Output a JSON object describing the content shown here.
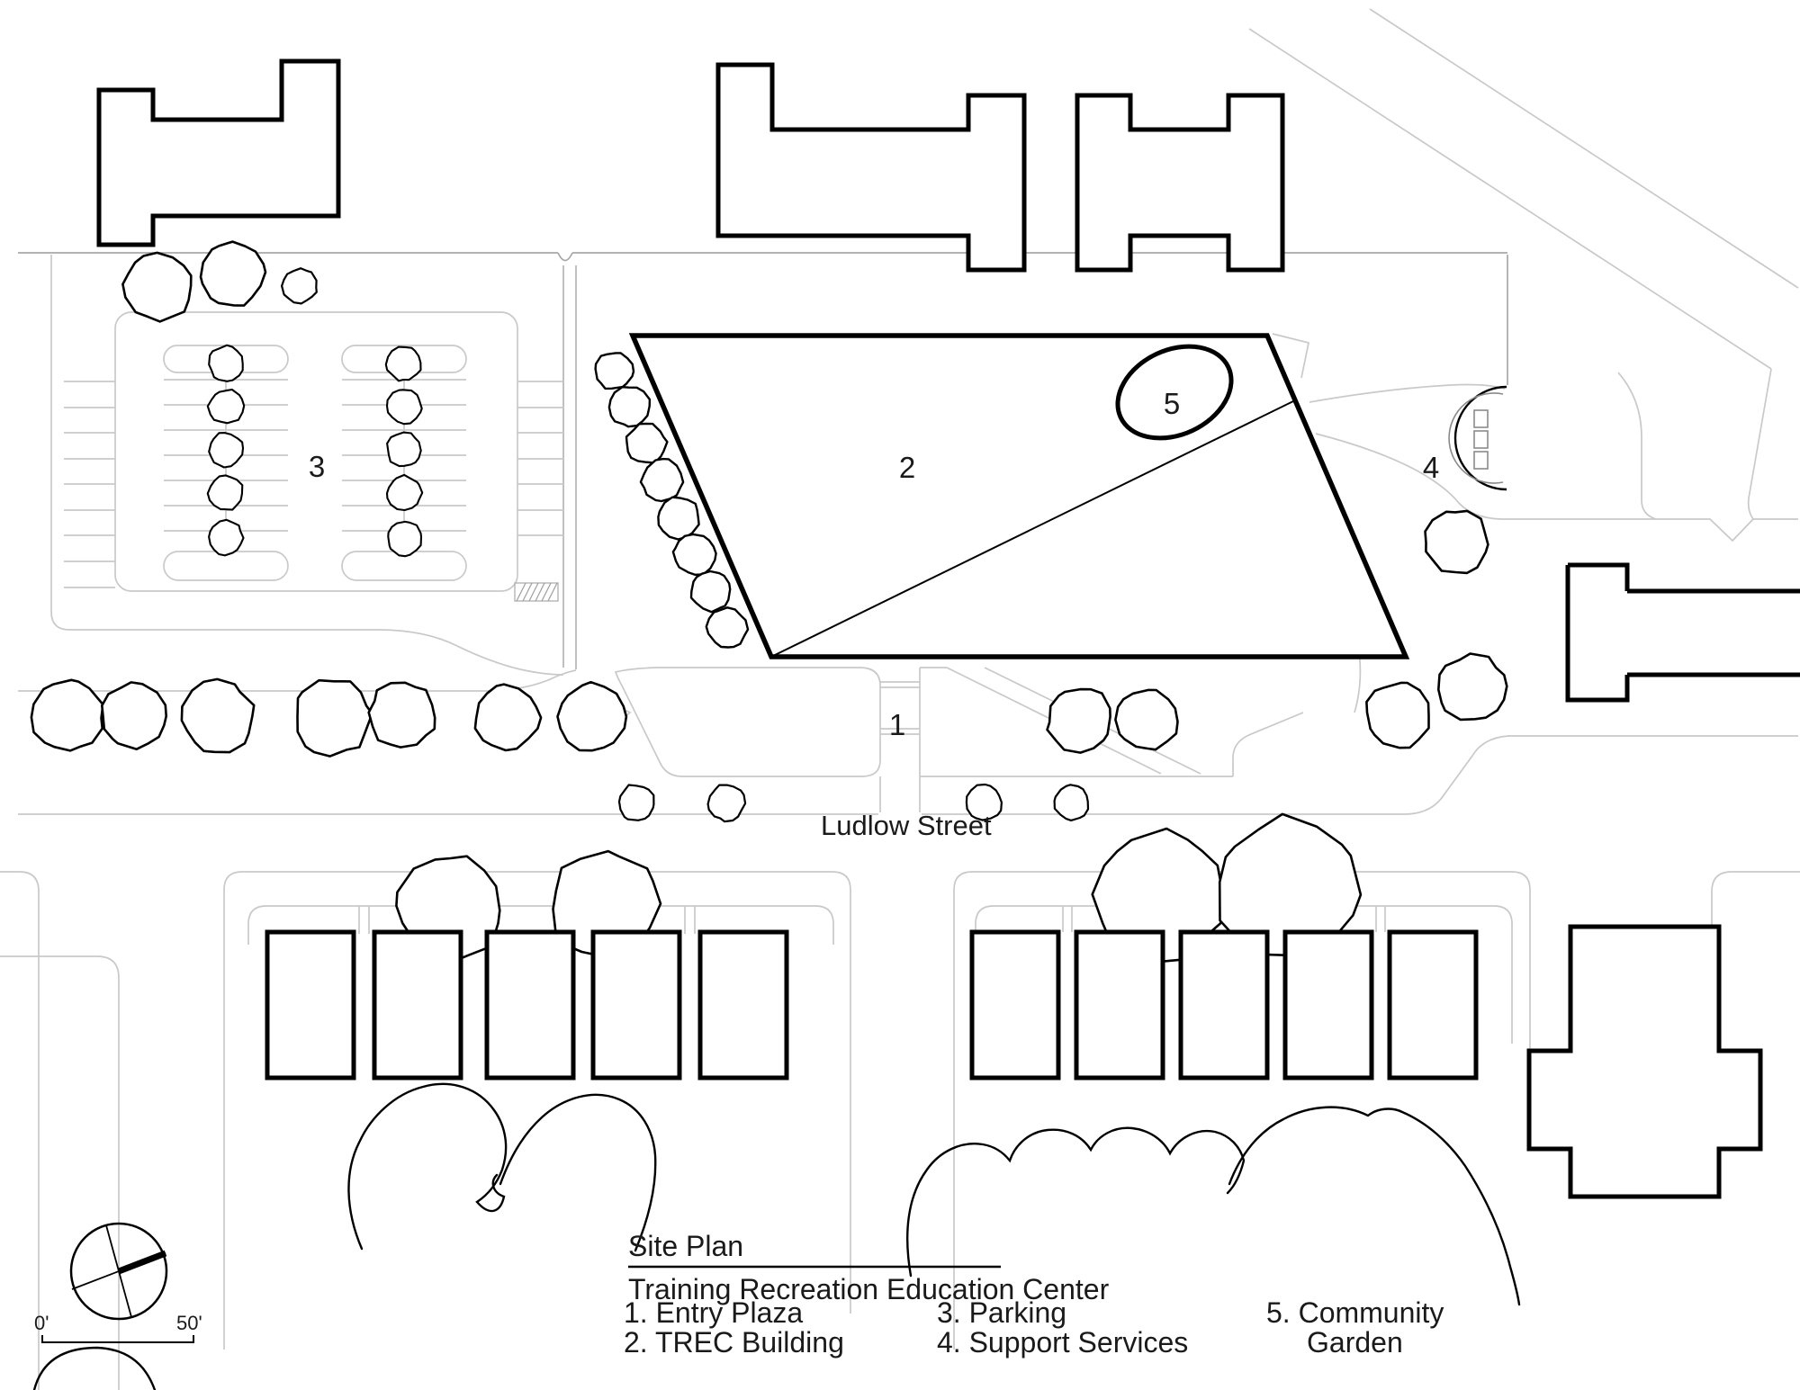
{
  "drawing": {
    "street_label": "Ludlow Street",
    "plan_labels": {
      "entry_plaza": "1",
      "trec_building": "2",
      "parking": "3",
      "support_services": "4",
      "community_garden": "5"
    },
    "title_block": {
      "title": "Site Plan",
      "subtitle": "Training Recreation Education Center",
      "legend": {
        "col1": [
          "1. Entry Plaza",
          "2. TREC Building"
        ],
        "col2": [
          "3. Parking",
          "4. Support Services"
        ],
        "col3": [
          "5. Community",
          "Garden"
        ]
      }
    },
    "scale_bar": {
      "start": "0'",
      "end": "50'"
    },
    "colors": {
      "ink": "#000000",
      "site_line": "#c9c9c9",
      "parcel_line": "#9e9e9e",
      "paper": "#ffffff"
    }
  }
}
